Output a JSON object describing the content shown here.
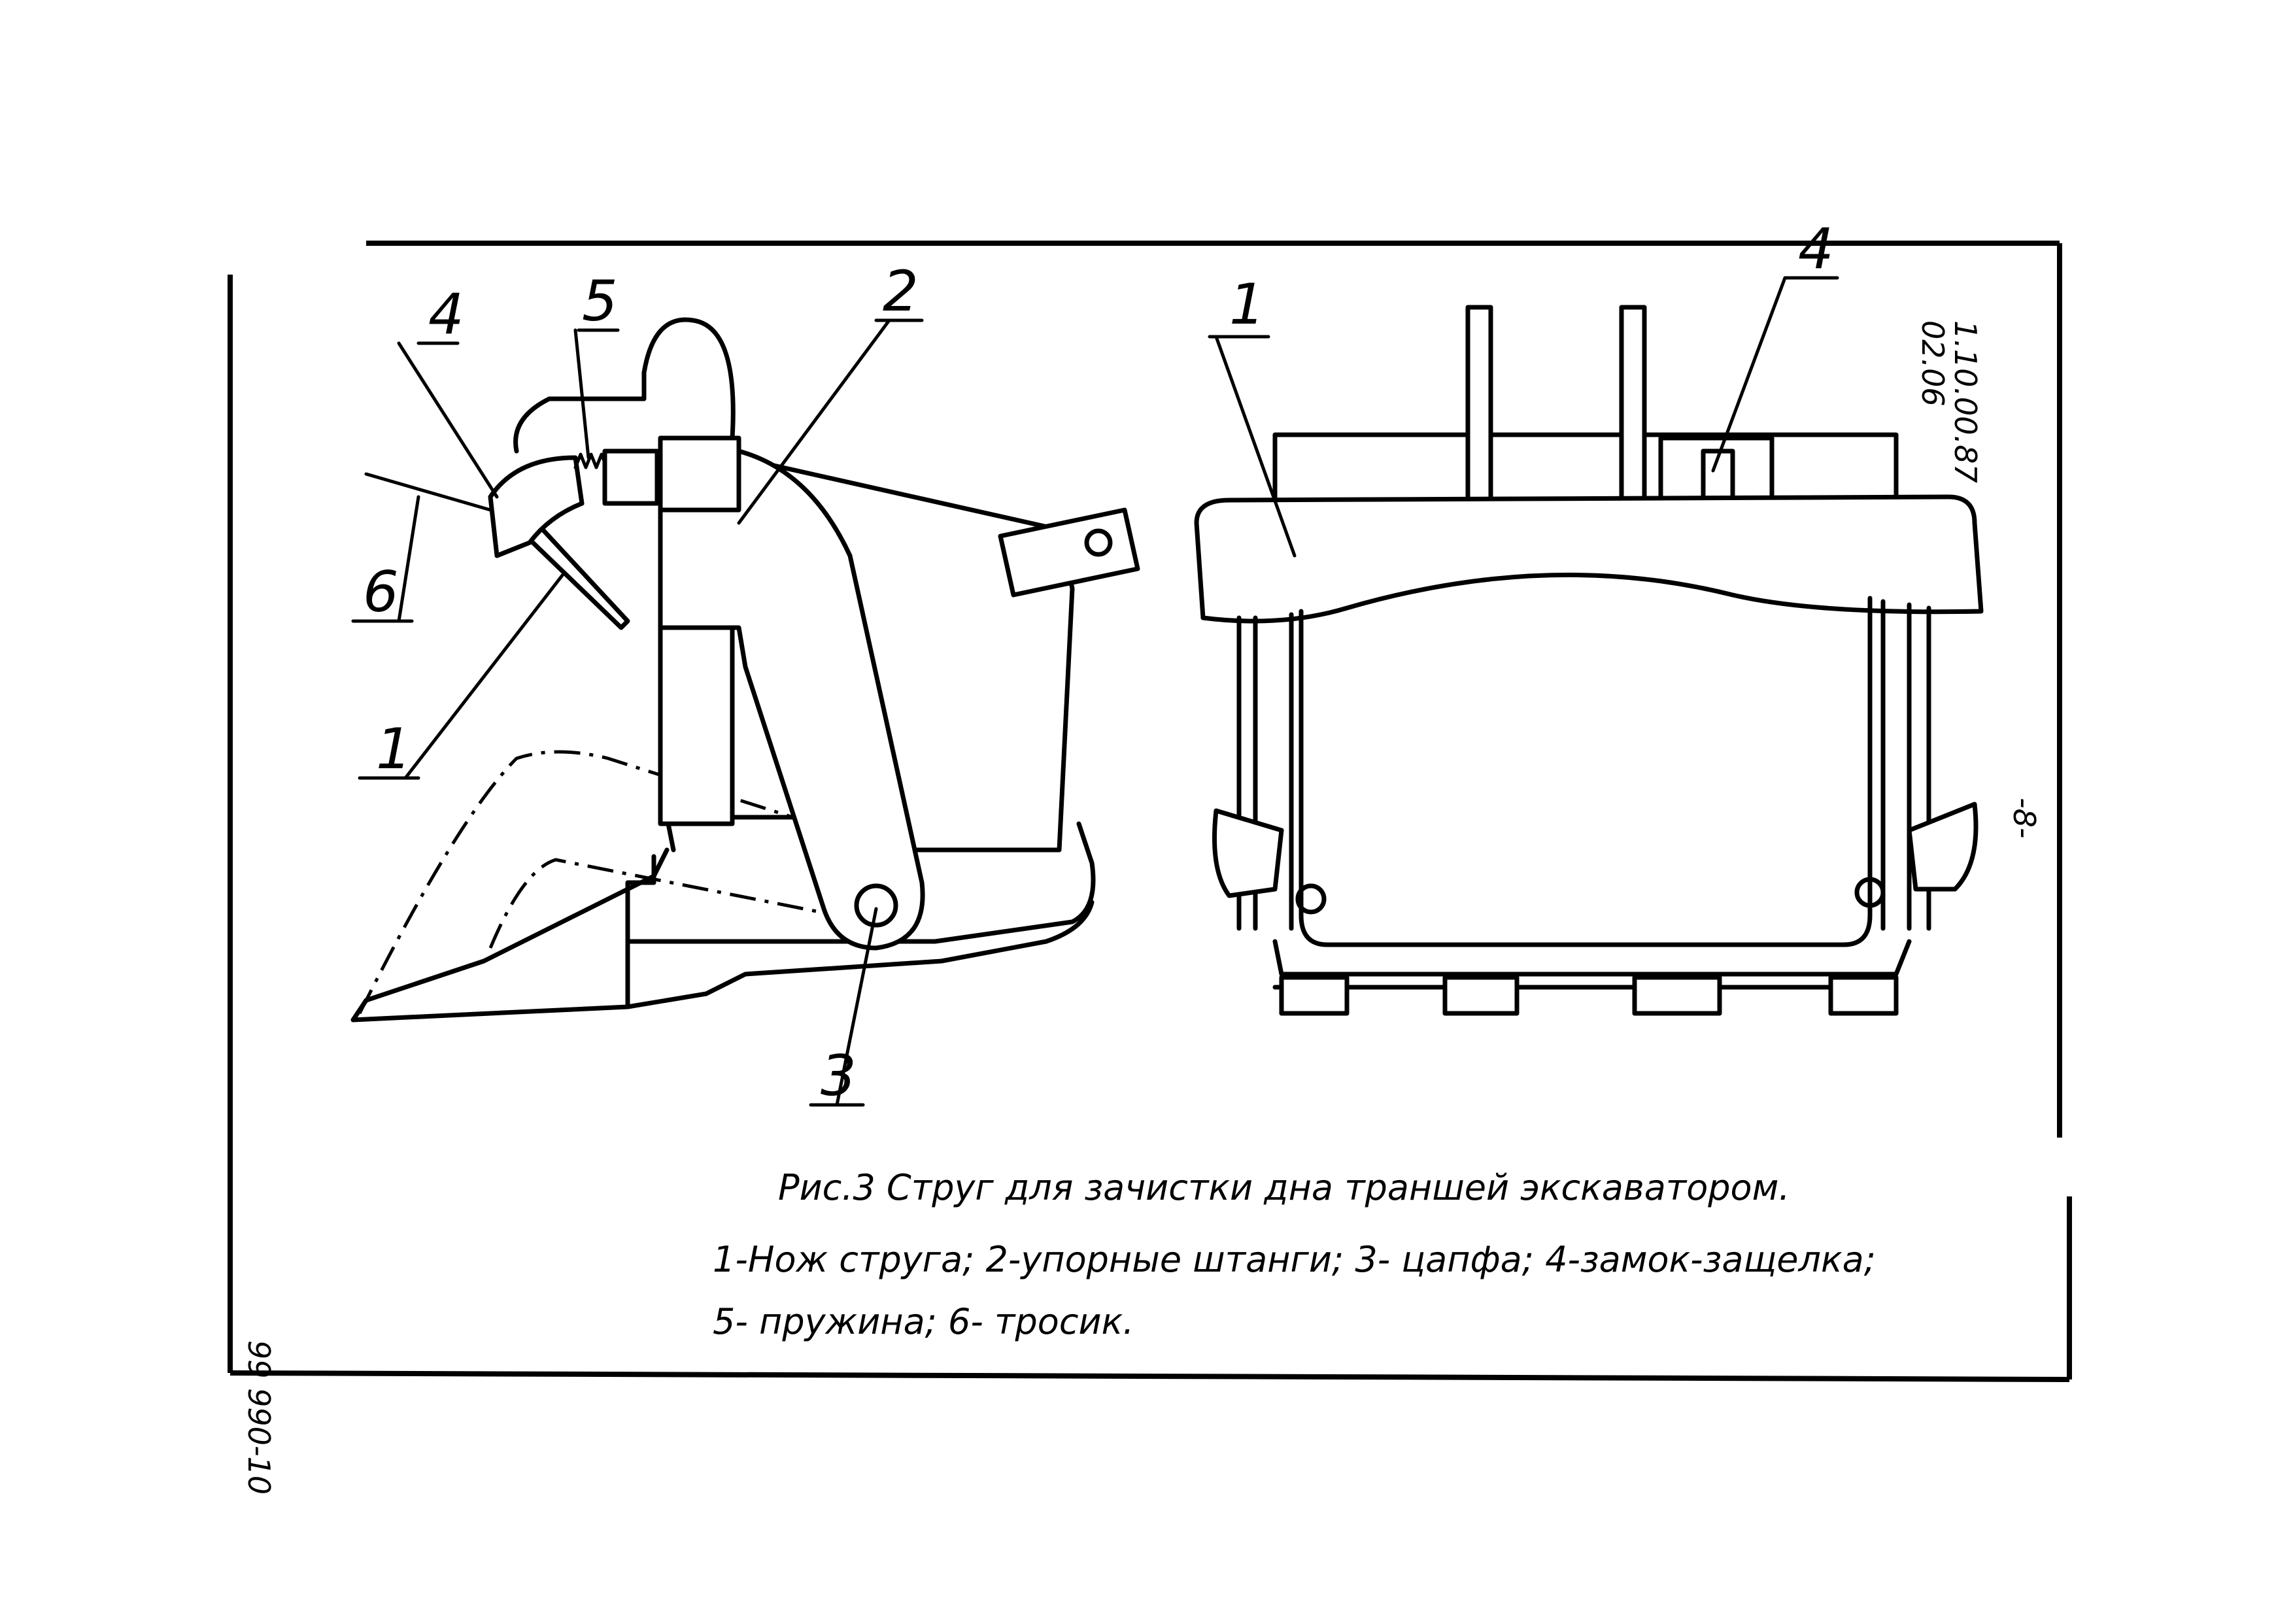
{
  "sheet": {
    "left_margin_code": "99 990-10",
    "right_margin_code_1": "1.10.00.87",
    "right_margin_code_2": "02.06",
    "page_number": "-8-"
  },
  "left_view": {
    "callouts": [
      "4",
      "5",
      "2",
      "6",
      "1",
      "3"
    ]
  },
  "right_view": {
    "callouts": [
      "1",
      "4"
    ]
  },
  "caption": {
    "title": "Рис.3 Струг для зачистки дна траншей экскаватором.",
    "legend_line_1": "1-Нож струга; 2-упорные штанги; 3- цапфа; 4-замок-защелка;",
    "legend_line_2": "5- пружина;  6- тросик."
  }
}
